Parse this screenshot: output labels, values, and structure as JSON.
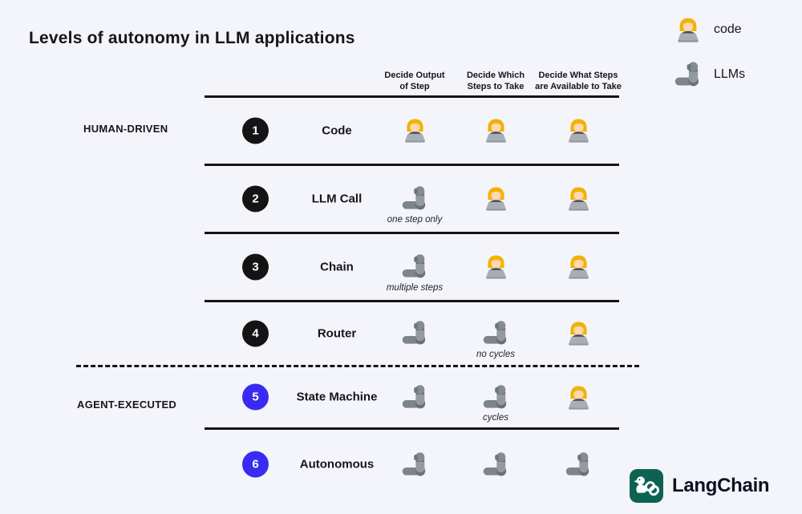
{
  "title": "Levels of autonomy in LLM applications",
  "colors": {
    "background": "#f4f4fb",
    "human_badge": "#141414",
    "agent_badge": "#3a2bf2",
    "divider_line": "#141414",
    "brand_green": "#0d6253"
  },
  "legend": {
    "items": [
      {
        "icon": "woman-technologist",
        "label": "code"
      },
      {
        "icon": "mechanical-arm",
        "label": "LLMs"
      }
    ]
  },
  "table": {
    "column_headers": [
      "Decide Output\nof Step",
      "Decide Which\nSteps to Take",
      "Decide What Steps\nare Available to Take"
    ],
    "group_labels": {
      "human": "HUMAN-DRIVEN",
      "agent": "AGENT-EXECUTED"
    },
    "rows": [
      {
        "num": "1",
        "label": "Code",
        "group": "human-driven",
        "cells": [
          {
            "icon": "woman-technologist"
          },
          {
            "icon": "woman-technologist"
          },
          {
            "icon": "woman-technologist"
          }
        ]
      },
      {
        "num": "2",
        "label": "LLM Call",
        "group": "human-driven",
        "cells": [
          {
            "icon": "mechanical-arm",
            "note": "one step only"
          },
          {
            "icon": "woman-technologist"
          },
          {
            "icon": "woman-technologist"
          }
        ]
      },
      {
        "num": "3",
        "label": "Chain",
        "group": "human-driven",
        "cells": [
          {
            "icon": "mechanical-arm",
            "note": "multiple steps"
          },
          {
            "icon": "woman-technologist"
          },
          {
            "icon": "woman-technologist"
          }
        ]
      },
      {
        "num": "4",
        "label": "Router",
        "group": "human-driven",
        "cells": [
          {
            "icon": "mechanical-arm"
          },
          {
            "icon": "mechanical-arm",
            "note": "no cycles"
          },
          {
            "icon": "woman-technologist"
          }
        ]
      },
      {
        "num": "5",
        "label": "State Machine",
        "group": "agent-executed",
        "cells": [
          {
            "icon": "mechanical-arm"
          },
          {
            "icon": "mechanical-arm",
            "note": "cycles"
          },
          {
            "icon": "woman-technologist"
          }
        ]
      },
      {
        "num": "6",
        "label": "Autonomous",
        "group": "agent-executed",
        "cells": [
          {
            "icon": "mechanical-arm"
          },
          {
            "icon": "mechanical-arm"
          },
          {
            "icon": "mechanical-arm"
          }
        ]
      }
    ]
  },
  "logo": {
    "text": "LangChain",
    "icon": "langchain-parrot-link"
  }
}
